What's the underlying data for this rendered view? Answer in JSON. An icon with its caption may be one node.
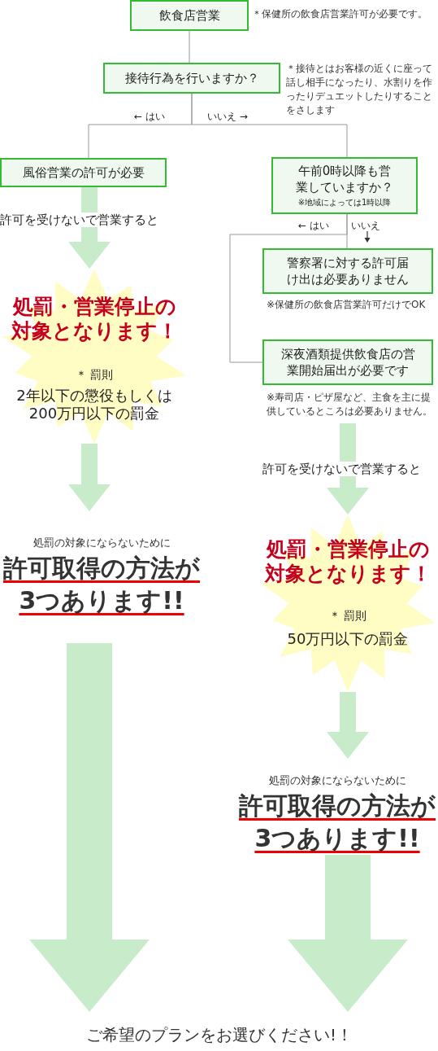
{
  "diagram": {
    "nodes": [
      {
        "text": [
          "飲食店営業"
        ],
        "beside": [
          "＊保健所の飲食店営業許可が必要です。"
        ]
      },
      {
        "text": [
          "接待行為を行いますか？"
        ],
        "beside": [
          "＊接待とはお客様の近くに座って話し相手になったり、水割りを作ったりデュエットしたりすることをさします"
        ]
      },
      {
        "text": [
          "風俗営業の許可が必要"
        ]
      },
      {
        "text": [
          "午前0時以降も営業していますか？",
          "※地域によっては1時以降"
        ]
      },
      {
        "text": [
          "警察署に対する許可届け出は必要ありません"
        ],
        "beside": [
          "※保健所の飲食店営業許可だけでOK"
        ]
      },
      {
        "text": [
          "深夜酒類提供飲食店の営業開始届出が必要です"
        ],
        "beside": [
          "※寿司店・ピザ屋など、主食を主に提供しているところは必要ありません。"
        ]
      },
      {
        "text": [
          "処罰・営業停止の対象となります！",
          "＊ 罰則",
          "2年以下の懲役もしくは200万円以下の罰金"
        ]
      },
      {
        "text": [
          "処罰・営業停止の対象となります！",
          "＊ 罰則",
          "50万円以下の罰金"
        ]
      },
      {
        "text": [
          "処罰の対象にならないために",
          "許可取得の方法が3つあります!!"
        ]
      },
      {
        "text": [
          "処罰の対象にならないために",
          "許可取得の方法が3つあります!!"
        ]
      },
      {
        "text": [
          "ご希望のプランをお選びください!！"
        ]
      }
    ],
    "edges": [
      {
        "from": 0,
        "to": 1,
        "arrow": "none"
      },
      {
        "from": 1,
        "to": 2,
        "arrow": "none",
        "label": "← はい"
      },
      {
        "from": 1,
        "to": 3,
        "arrow": "none",
        "label": "いいえ →"
      },
      {
        "from": 3,
        "to": 4,
        "arrow": "none",
        "label": "いいえ"
      },
      {
        "from": 3,
        "to": 5,
        "arrow": "none",
        "label": "← はい"
      },
      {
        "from": 2,
        "to": 6,
        "arrow": "to",
        "label": "許可を受けないで営業すると",
        "color": "#c8ecc9"
      },
      {
        "from": 6,
        "to": 8,
        "arrow": "to",
        "color": "#c8ecc9"
      },
      {
        "from": 8,
        "to": 10,
        "arrow": "to",
        "style": "thick",
        "color": "#c8ecc9"
      },
      {
        "from": 5,
        "to": 7,
        "arrow": "to",
        "label": "許可を受けないで営業すると",
        "color": "#c8ecc9"
      },
      {
        "from": 7,
        "to": 9,
        "arrow": "to",
        "color": "#c8ecc9"
      },
      {
        "from": 9,
        "to": 10,
        "arrow": "to",
        "style": "thick",
        "color": "#c8ecc9"
      }
    ]
  }
}
